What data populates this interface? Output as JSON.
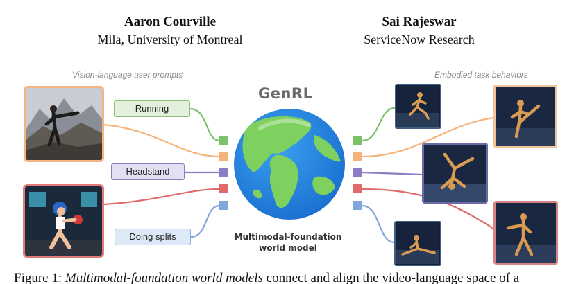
{
  "authors": [
    {
      "name": "Aaron Courville",
      "affiliation": "Mila, University of Montreal"
    },
    {
      "name": "Sai Rajeswar",
      "affiliation": "ServiceNow Research"
    }
  ],
  "figure": {
    "left_label": "Vision-language user prompts",
    "right_label": "Embodied task behaviors",
    "title": "GenRL",
    "model_caption_line1": "Multimodal-foundation",
    "model_caption_line2": "world model",
    "prompts": [
      "Running",
      "Headstand",
      "Doing splits"
    ],
    "colors": {
      "green": "#7cc26a",
      "orange": "#f4b37a",
      "purple": "#8d7dc4",
      "red": "#e06a6a",
      "blue": "#7fa7dc"
    }
  },
  "caption": {
    "prefix": "Figure 1: ",
    "emphasis": "Multimodal-foundation world models",
    "rest": " connect and align the video-language space of a"
  }
}
